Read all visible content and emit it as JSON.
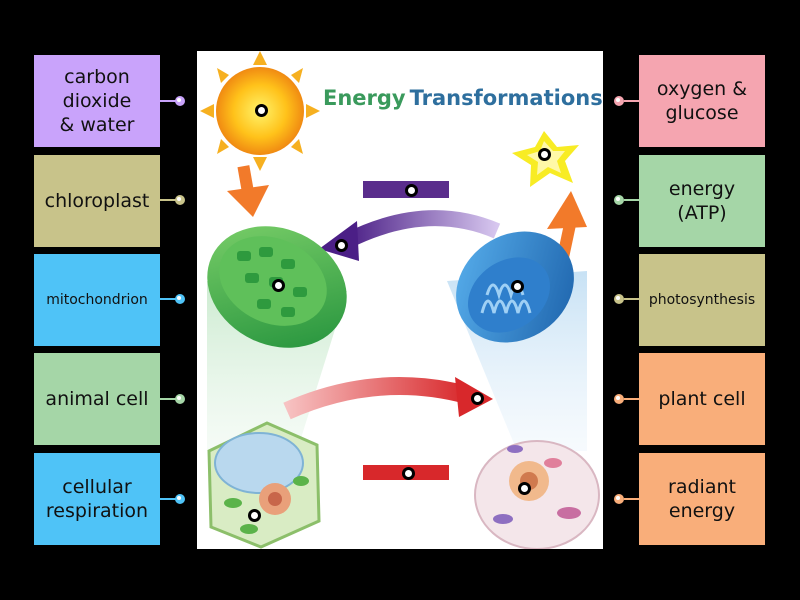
{
  "title": {
    "word1": "Energy",
    "word2": "Transformations"
  },
  "labels_left": [
    {
      "text": "carbon\ndioxide\n& water",
      "color": "#c9a3fb"
    },
    {
      "text": "chloroplast",
      "color": "#c8c38a"
    },
    {
      "text": "mitochondrion",
      "color": "#4fc3f7"
    },
    {
      "text": "animal cell",
      "color": "#a5d6a7"
    },
    {
      "text": "cellular\nrespiration",
      "color": "#4fc3f7"
    }
  ],
  "labels_right": [
    {
      "text": "oxygen &\nglucose",
      "color": "#f5a5b0"
    },
    {
      "text": "energy\n(ATP)",
      "color": "#a5d6a7"
    },
    {
      "text": "photosynthesis",
      "color": "#c8c38a"
    },
    {
      "text": "plant cell",
      "color": "#f9ae7a"
    },
    {
      "text": "radiant\nenergy",
      "color": "#f9ae7a"
    }
  ],
  "colors": {
    "background": "#000000",
    "panel": "#ffffff",
    "chloroplast_green": "#3fae4a",
    "mitochondrion_blue": "#2a7cc7",
    "arrow_purple": "#5a2d8c",
    "arrow_red": "#d8282b",
    "sun_orange": "#f5a31a"
  }
}
